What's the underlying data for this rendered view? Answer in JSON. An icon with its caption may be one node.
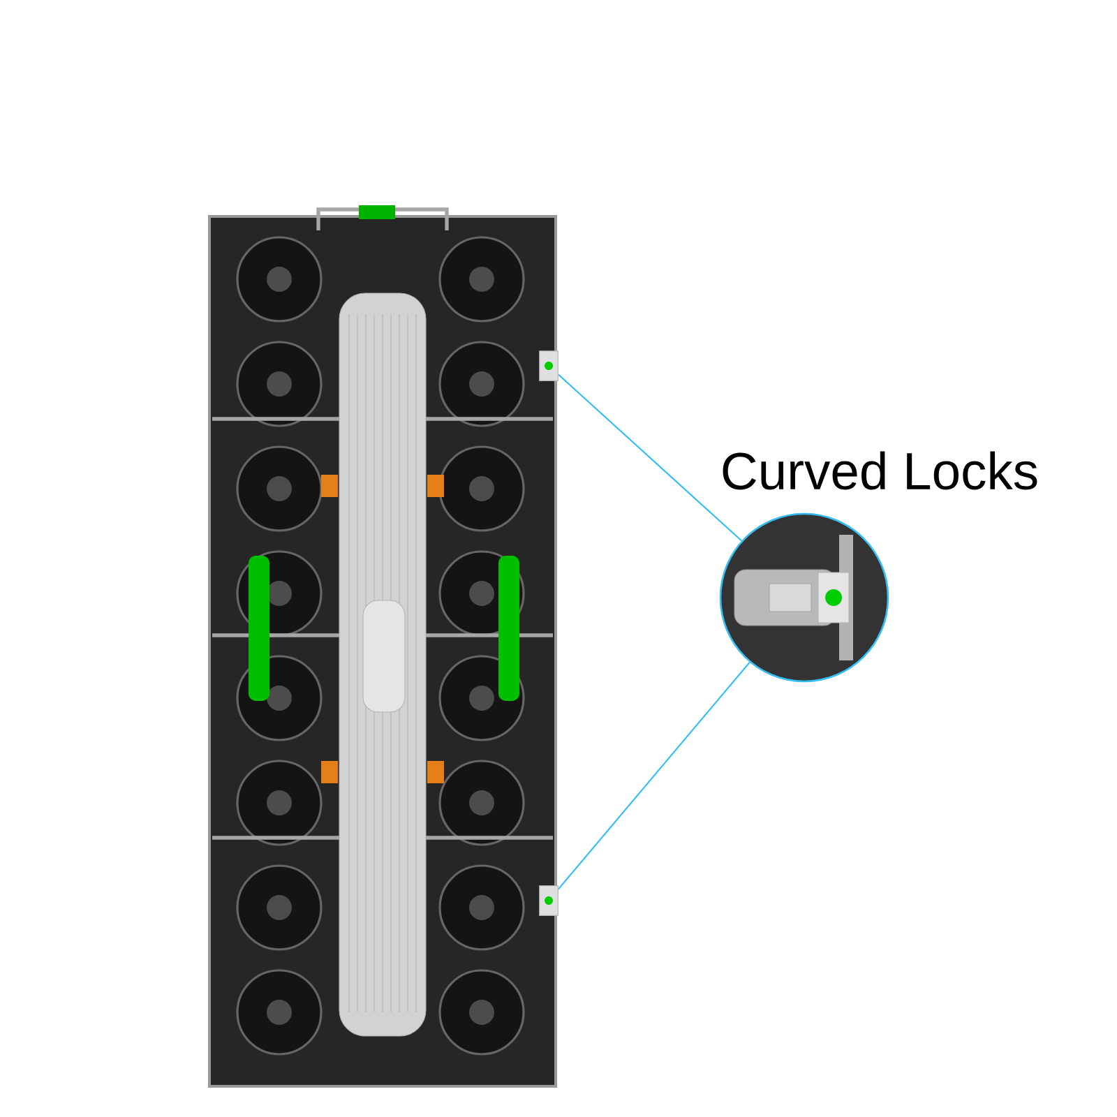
{
  "diagram": {
    "nodes": [
      {
        "text": [],
        "shape": "picture"
      },
      {
        "text": [],
        "shape": "box",
        "in": 0
      },
      {
        "text": [],
        "shape": "box",
        "in": 0
      },
      {
        "text": [],
        "shape": "circle"
      }
    ],
    "edges": [
      {
        "from": 1,
        "to": 3,
        "arrow": "none"
      },
      {
        "from": 2,
        "to": 3,
        "arrow": "none"
      }
    ],
    "labels": [
      "Curved Locks"
    ]
  }
}
